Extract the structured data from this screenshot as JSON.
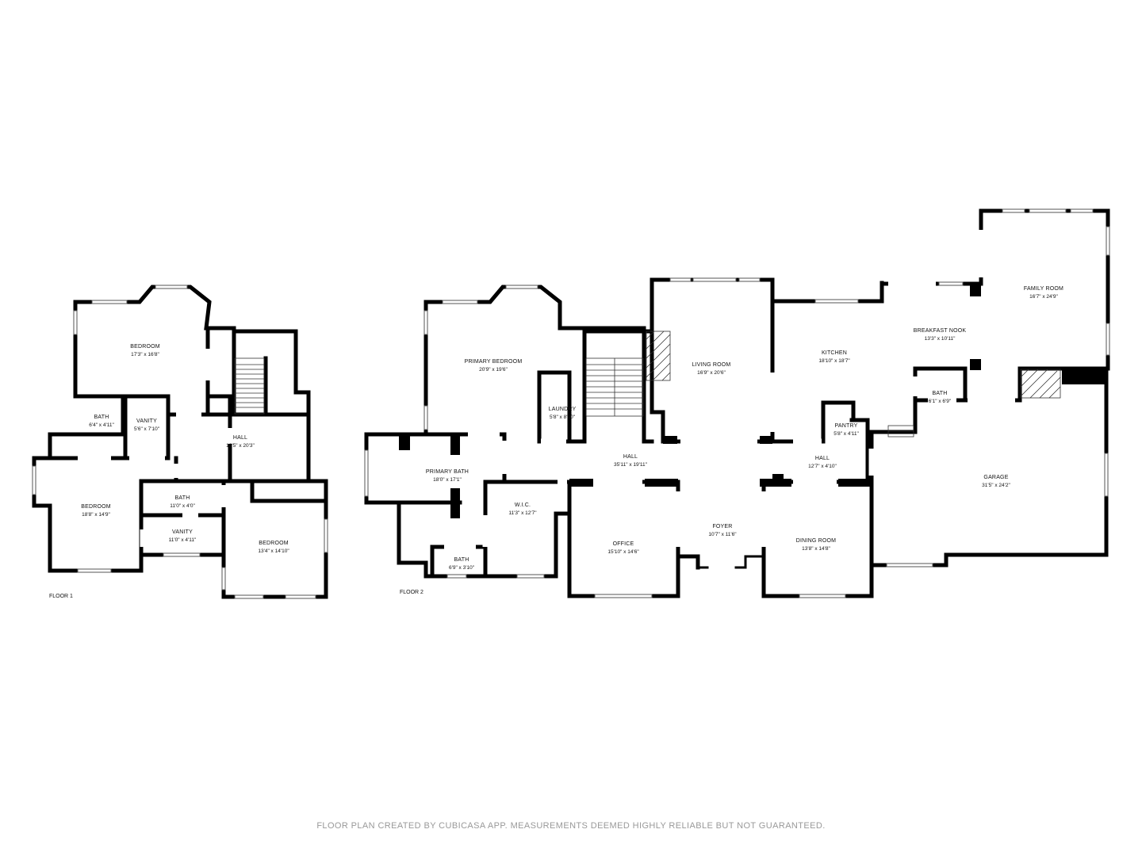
{
  "floor1": {
    "label": "FLOOR 1",
    "rooms": {
      "bedroom_a": {
        "name": "BEDROOM",
        "dims": "17'3\" x 16'8\""
      },
      "bath_a": {
        "name": "BATH",
        "dims": "6'4\" x 4'11\""
      },
      "vanity_a": {
        "name": "VANITY",
        "dims": "5'6\" x 7'10\""
      },
      "hall": {
        "name": "HALL",
        "dims": "18'5\" x 20'3\""
      },
      "bedroom_b": {
        "name": "BEDROOM",
        "dims": "18'8\" x 14'9\""
      },
      "bath_b": {
        "name": "BATH",
        "dims": "11'0\" x 4'0\""
      },
      "vanity_b": {
        "name": "VANITY",
        "dims": "11'0\" x 4'11\""
      },
      "bedroom_c": {
        "name": "BEDROOM",
        "dims": "13'4\" x 14'10\""
      }
    }
  },
  "floor2": {
    "label": "FLOOR 2",
    "rooms": {
      "primary_bedroom": {
        "name": "PRIMARY BEDROOM",
        "dims": "20'9\" x 19'6\""
      },
      "laundry": {
        "name": "LAUNDRY",
        "dims": "5'8\" x 8'10\""
      },
      "living_room": {
        "name": "LIVING ROOM",
        "dims": "16'9\" x 20'6\""
      },
      "kitchen": {
        "name": "KITCHEN",
        "dims": "18'10\" x 18'7\""
      },
      "breakfast_nook": {
        "name": "BREAKFAST NOOK",
        "dims": "13'3\" x 10'11\""
      },
      "family_room": {
        "name": "FAMILY ROOM",
        "dims": "16'7\" x 24'9\""
      },
      "bath_upper": {
        "name": "BATH",
        "dims": "6'1\" x 6'9\""
      },
      "pantry": {
        "name": "PANTRY",
        "dims": "5'8\" x 4'11\""
      },
      "hall_main": {
        "name": "HALL",
        "dims": "35'11\" x 19'11\""
      },
      "hall_small": {
        "name": "HALL",
        "dims": "12'7\" x 4'10\""
      },
      "primary_bath": {
        "name": "PRIMARY BATH",
        "dims": "18'0\" x 17'1\""
      },
      "wic": {
        "name": "W.I.C.",
        "dims": "11'3\" x 12'7\""
      },
      "office": {
        "name": "OFFICE",
        "dims": "15'10\" x 14'6\""
      },
      "foyer": {
        "name": "FOYER",
        "dims": "10'7\" x 11'6\""
      },
      "dining_room": {
        "name": "DINING ROOM",
        "dims": "13'8\" x 14'8\""
      },
      "garage": {
        "name": "GARAGE",
        "dims": "31'5\" x 24'2\""
      },
      "bath_lower": {
        "name": "BATH",
        "dims": "6'9\" x 3'10\""
      }
    }
  },
  "footer": {
    "text": "FLOOR PLAN CREATED BY CUBICASA APP. MEASUREMENTS DEEMED HIGHLY RELIABLE BUT NOT GUARANTEED."
  }
}
